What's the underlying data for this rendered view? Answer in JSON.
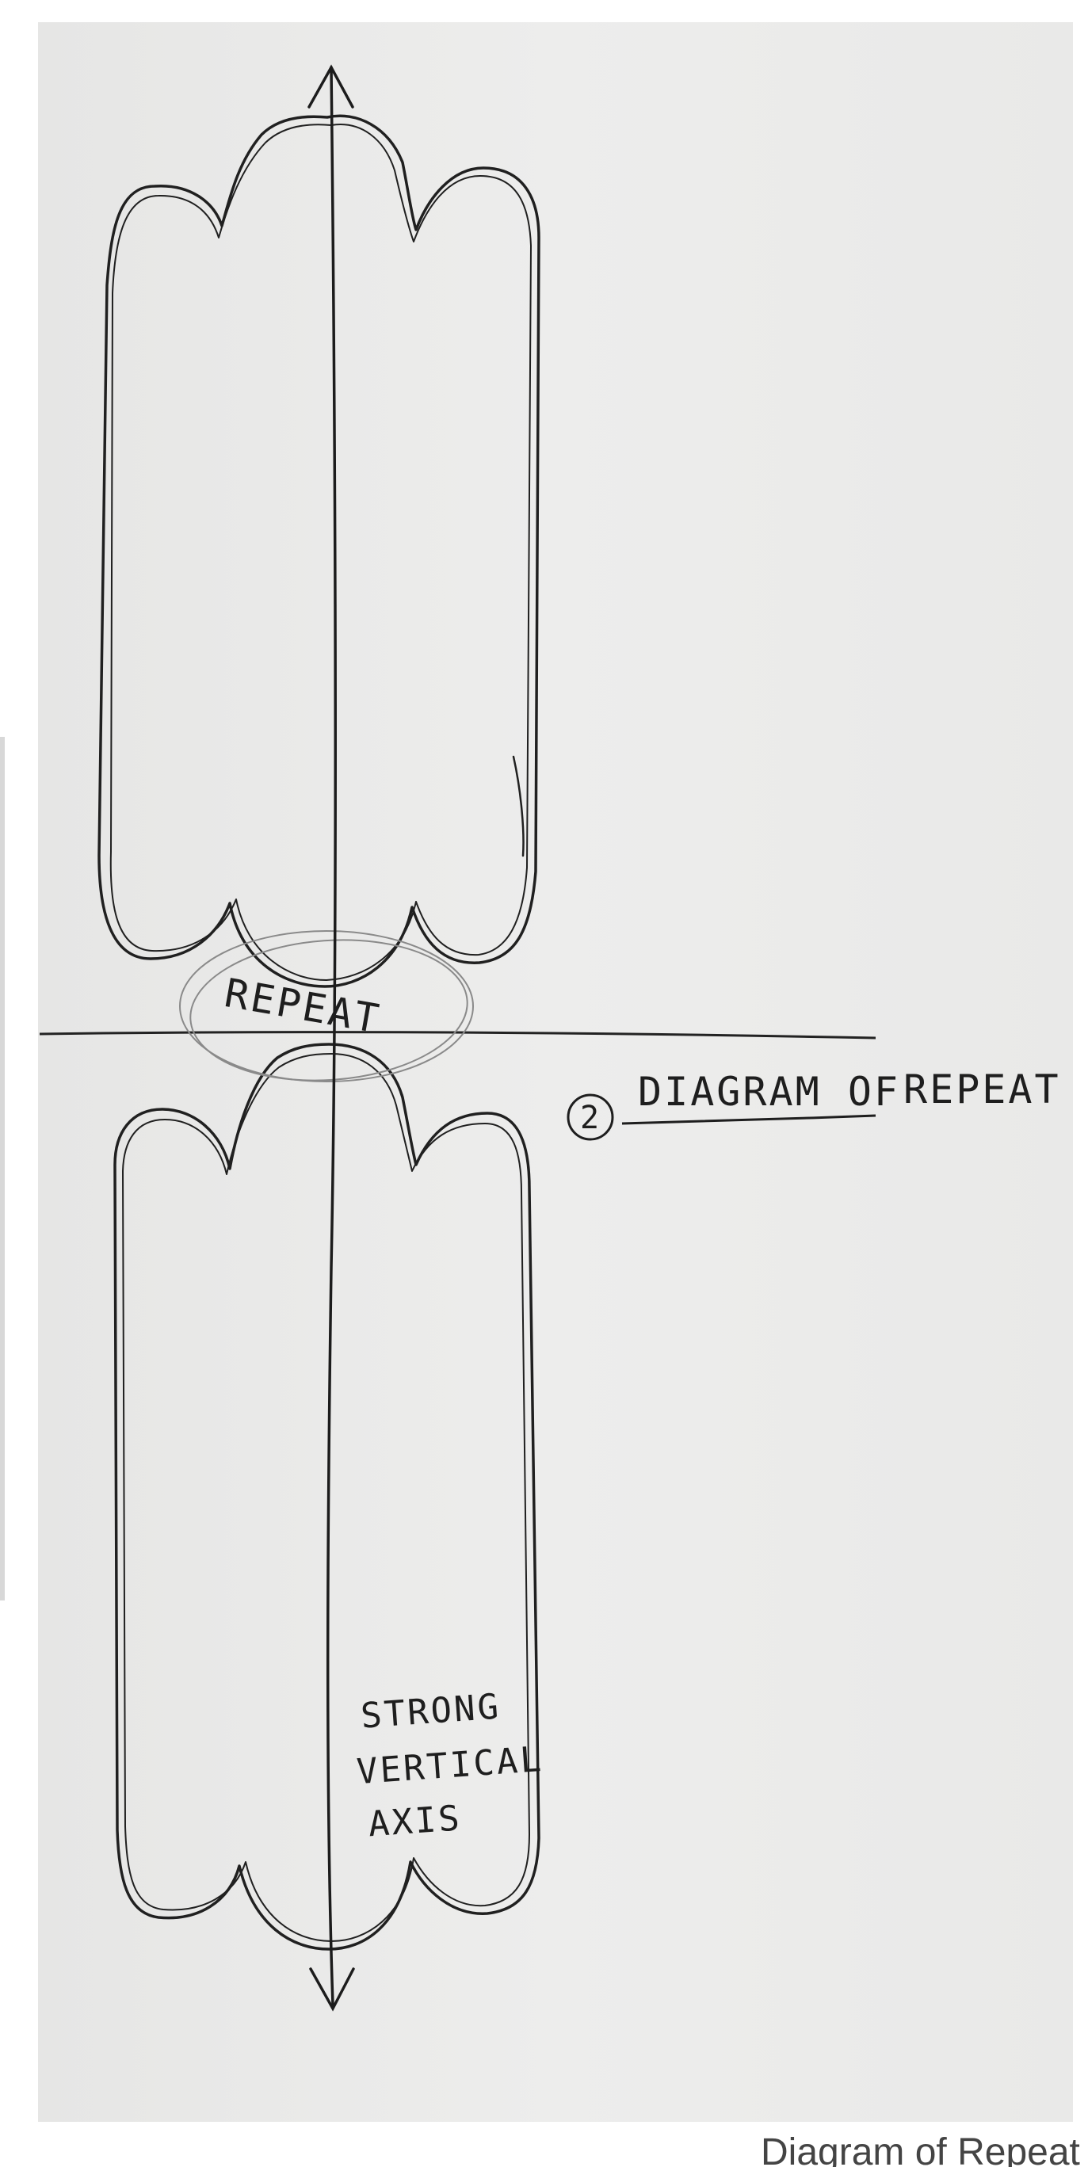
{
  "diagram": {
    "number": "2",
    "title_part1": "DIAGRAM OF",
    "title_part2": "REPEAT",
    "repeat_label": "REPEAT",
    "axis_label_line1": "STRONG",
    "axis_label_line2": "VERTICAL",
    "axis_label_line3": "AXIS"
  },
  "caption": "Diagram of Repeat",
  "colors": {
    "paper": "#ebebea",
    "ink": "#1e1e1e",
    "background": "#ffffff"
  }
}
